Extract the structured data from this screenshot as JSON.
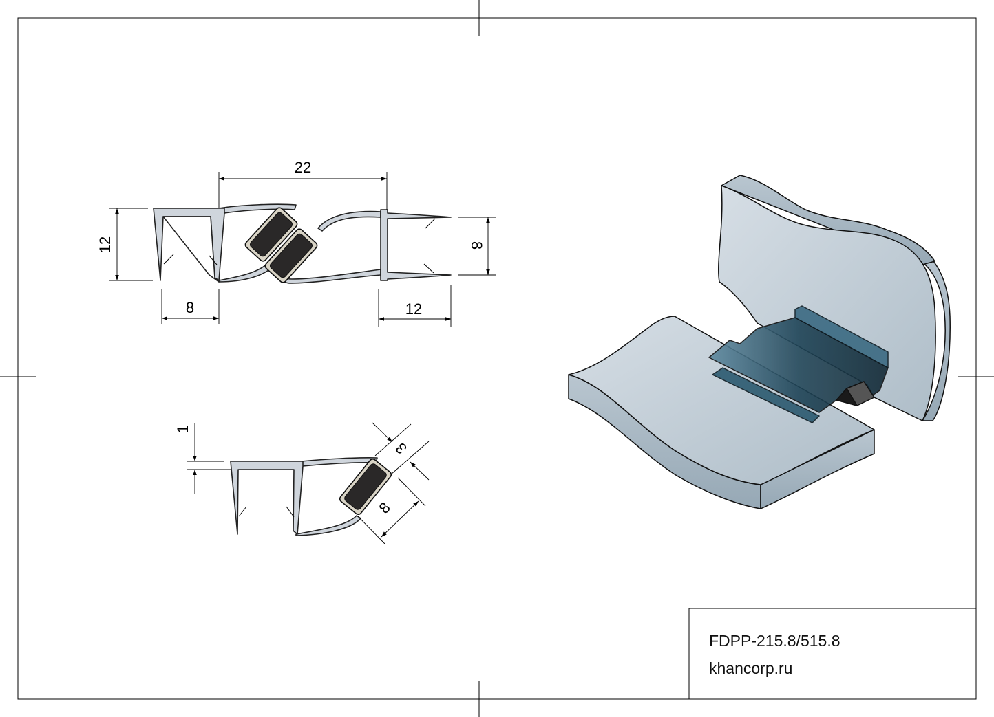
{
  "profile_top": {
    "dim_overall": "22",
    "dim_height_left": "12",
    "dim_height_right": "8",
    "dim_channel_width": "8",
    "dim_right_width": "12"
  },
  "profile_bottom": {
    "dim_wall": "1",
    "dim_magnet_thickness": "3",
    "dim_magnet_width": "8"
  },
  "title_block": {
    "part_number": "FDPP-215.8/515.8",
    "website": "khancorp.ru"
  },
  "colors": {
    "profile": "#cfd5dc",
    "magnet": "#2a2828",
    "glass": "#c7d2db",
    "seal": "#1f4457"
  }
}
